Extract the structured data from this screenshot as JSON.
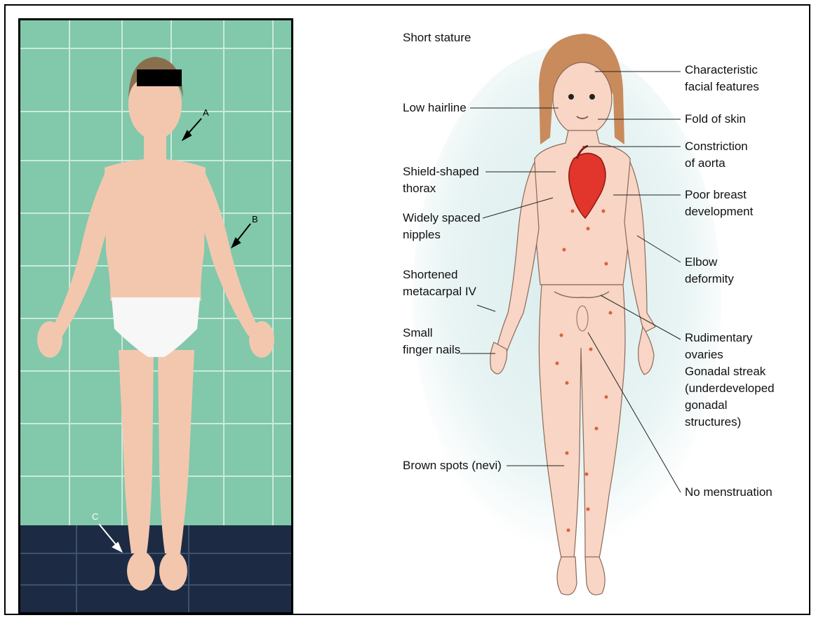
{
  "photo": {
    "arrow_labels": [
      "A",
      "B",
      "C"
    ]
  },
  "diagram": {
    "labels": {
      "short_stature": "Short stature",
      "low_hairline": "Low hairline",
      "shield_thorax": "Shield-shaped\nthorax",
      "widely_spaced_nipples": "Widely spaced\nnipples",
      "shortened_metacarpal": "Shortened\nmetacarpal IV",
      "small_finger_nails": "Small\nfinger nails",
      "brown_spots": "Brown spots (nevi)",
      "facial_features": "Characteristic\nfacial features",
      "fold_of_skin": "Fold of skin",
      "constriction_aorta": "Constriction\nof aorta",
      "poor_breast": "Poor breast\ndevelopment",
      "elbow_deformity": "Elbow\ndeformity",
      "rudimentary_ovaries": "Rudimentary\novaries\nGonadal streak\n(underdeveloped\ngonadal\nstructures)",
      "no_menstruation": "No menstruation"
    },
    "colors": {
      "skin": "#f8d5c4",
      "hair": "#c98a5c",
      "heart": "#e2352b",
      "nevi": "#d9623b",
      "halo": "#d9ecec"
    }
  }
}
